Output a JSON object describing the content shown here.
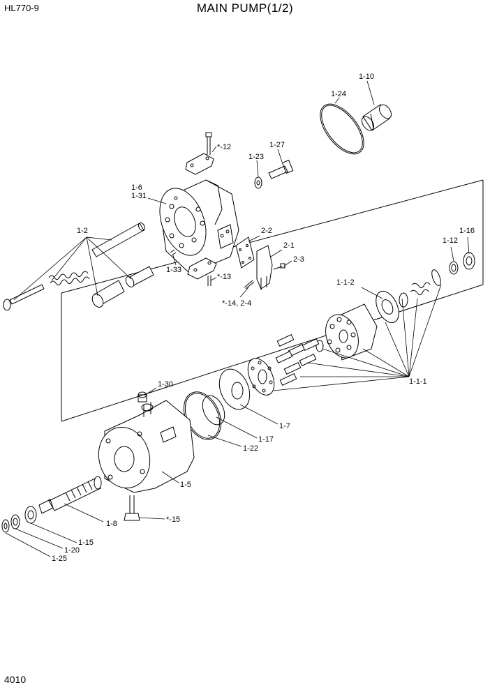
{
  "header": {
    "model": "HL770-9",
    "title": "MAIN PUMP(1/2)"
  },
  "footer": {
    "page_number": "4010"
  },
  "labels": {
    "l_1_10": "1-10",
    "l_1_24": "1-24",
    "l_12": "*-12",
    "l_1_23": "1-23",
    "l_1_27": "1-27",
    "l_1_6": "1-6",
    "l_1_31": "1-31",
    "l_1_2": "1-2",
    "l_2_2": "2-2",
    "l_2_1": "2-1",
    "l_2_3": "2-3",
    "l_1_33": "1-33",
    "l_13": "*-13",
    "l_14": "*-14, 2-4",
    "l_1_16": "1-16",
    "l_1_12": "1-12",
    "l_1_1_2": "1-1-2",
    "l_1_1_1": "1-1-1",
    "l_1_30": "1-30",
    "l_1_7": "1-7",
    "l_1_17": "1-17",
    "l_1_22": "1-22",
    "l_1_5": "1-5",
    "l_1_8": "1-8",
    "l_15": "*-15",
    "l_1_15": "1-15",
    "l_1_20": "1-20",
    "l_1_25": "1-25"
  }
}
